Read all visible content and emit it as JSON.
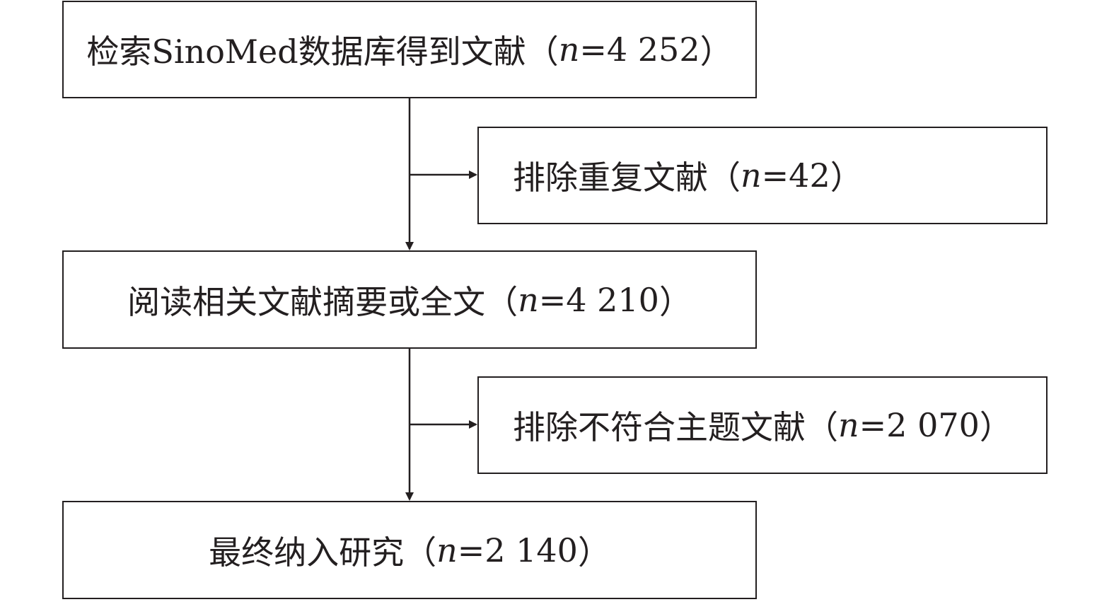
{
  "boxes": [
    {
      "prefix": "检索SinoMed数据库得到文献（",
      "var": "n",
      "value": "=4 252",
      "suffix": "）"
    },
    {
      "prefix": "排除重复文献（",
      "var": "n",
      "value": "=42",
      "suffix": "）"
    },
    {
      "prefix": "阅读相关文献摘要或全文（",
      "var": "n",
      "value": "=4 210",
      "suffix": "）"
    },
    {
      "prefix": "排除不符合主题文献（",
      "var": "n",
      "value": "=2 070",
      "suffix": "）"
    },
    {
      "prefix": "最终纳入研究（",
      "var": "n",
      "value": "=2 140",
      "suffix": "）"
    }
  ],
  "colors": {
    "stroke": "#231f20",
    "background": "#ffffff"
  }
}
